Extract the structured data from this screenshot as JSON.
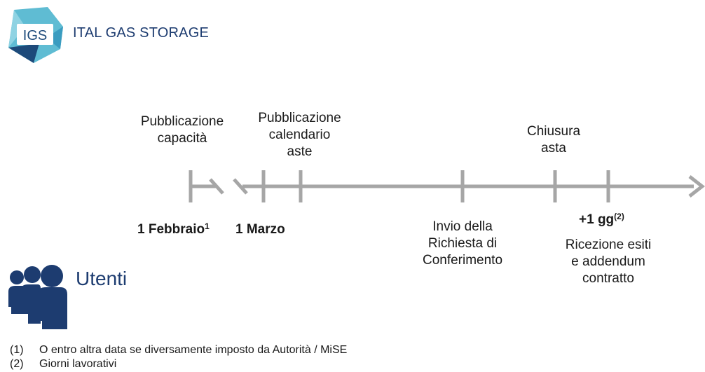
{
  "brand": {
    "logo_text": "IGS",
    "name": "ITAL GAS STORAGE"
  },
  "timeline": {
    "events_top": {
      "publication_capacity": [
        "Pubblicazione",
        "capacità"
      ],
      "publication_calendar": [
        "Pubblicazione",
        "calendario",
        "aste"
      ],
      "closing": [
        "Chiusura",
        "asta"
      ]
    },
    "dates": {
      "february": {
        "text": "1 Febbraio",
        "sup": "1"
      },
      "march": {
        "text": "1 Marzo"
      },
      "plus_one": {
        "text": "+1 gg",
        "sup": "(2)"
      }
    },
    "events_bottom": {
      "confirmation_request": [
        "Invio della",
        "Richiesta di",
        "Conferimento"
      ],
      "results": [
        "Ricezione esiti",
        "e addendum",
        "contratto"
      ]
    }
  },
  "users": {
    "label": "Utenti"
  },
  "footnotes": [
    {
      "num": "(1)",
      "text": "O entro altra data se diversamente imposto da Autorità / MiSE"
    },
    {
      "num": "(2)",
      "text": "Giorni lavorativi"
    }
  ],
  "colors": {
    "brand_blue": "#1d3c70",
    "logo_teal": "#5fbcd3",
    "logo_navy": "#1d4a7a",
    "axis_gray": "#a6a6a6"
  }
}
